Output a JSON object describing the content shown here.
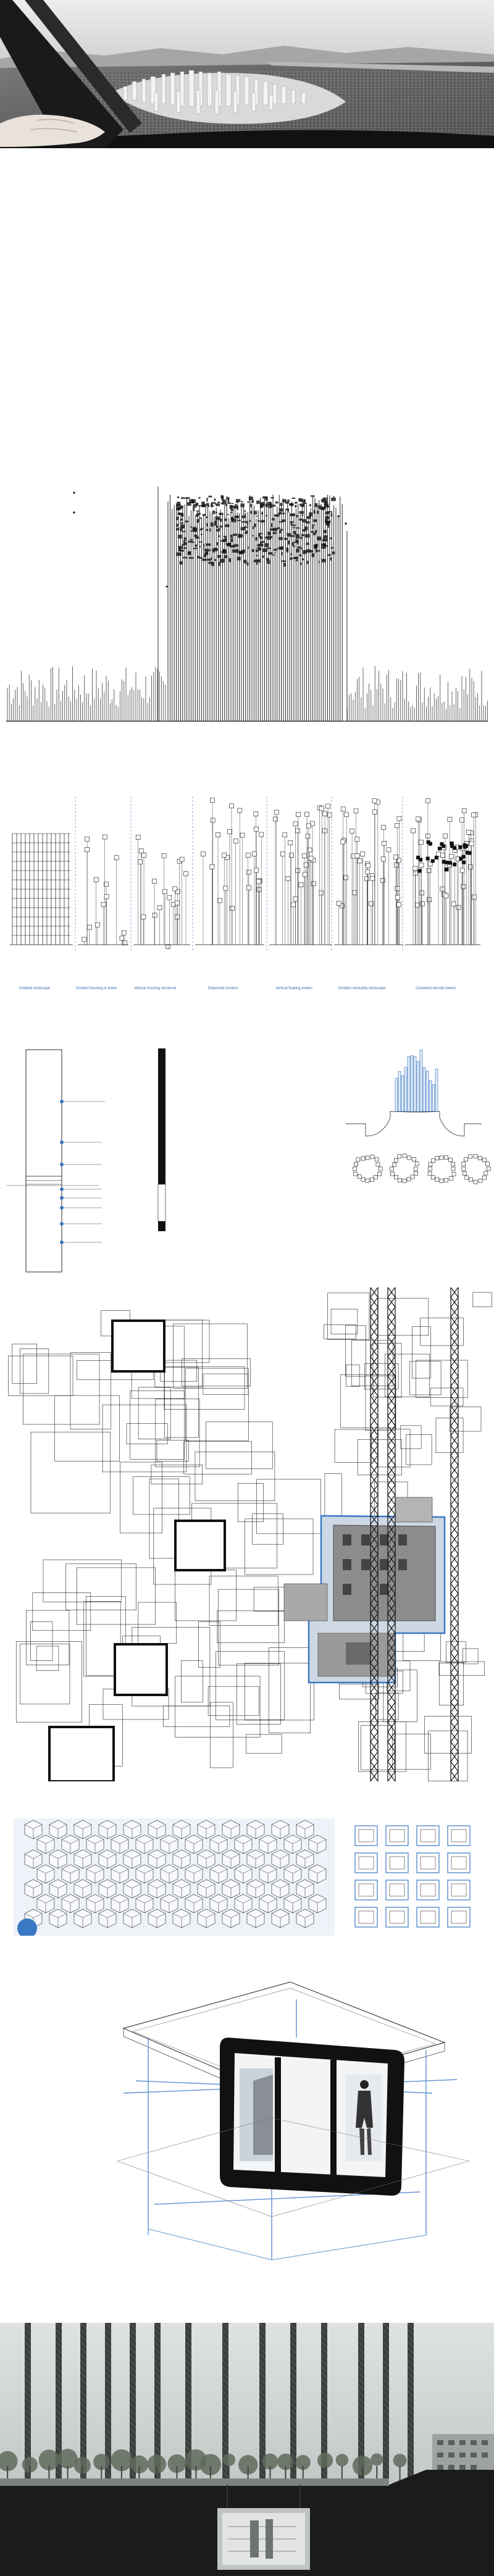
{
  "sections": {
    "photo": {
      "alt": "aerial photograph with hand on aircraft window frame"
    },
    "elevation": {
      "alt": "tower elevation drawing"
    },
    "evolution": {
      "captions": [
        "Gridded landscape",
        "Gridded housing in linear",
        "Vertical housing clustered",
        "Dispersed clusters",
        "Vertical floating towers",
        "Gridded verticality landscape",
        "Clustered density towers"
      ]
    },
    "program": {
      "marker_labels": [
        "",
        "",
        "",
        "",
        "",
        "",
        "",
        ""
      ],
      "legend_rows": [
        [
          "",
          "",
          ""
        ],
        [
          "",
          "",
          ""
        ],
        [
          "",
          "",
          ""
        ],
        [
          "",
          "",
          ""
        ],
        [
          "",
          "",
          ""
        ],
        [
          "",
          "",
          ""
        ],
        [
          "",
          "",
          ""
        ],
        [
          "",
          "",
          ""
        ],
        [
          "",
          "",
          ""
        ],
        [
          "",
          "",
          ""
        ],
        [
          "",
          "",
          ""
        ],
        [
          "",
          "",
          ""
        ],
        [
          "",
          "",
          ""
        ],
        [
          "",
          "",
          ""
        ],
        [
          "",
          "",
          ""
        ],
        [
          "",
          "",
          ""
        ]
      ]
    },
    "plan": {
      "alt": "tower cluster plan"
    },
    "module": {
      "alt": "housing module grid"
    },
    "cabin": {
      "alt": "axonometric cabin"
    },
    "section": {
      "alt": "section through towers"
    }
  },
  "colors": {
    "accent_blue": "#3a78c4",
    "line_black": "#111111",
    "photo_sky": "#d8d8d8",
    "photo_ground": "#5a5a5a",
    "section_ground": "#1b1b1b"
  }
}
